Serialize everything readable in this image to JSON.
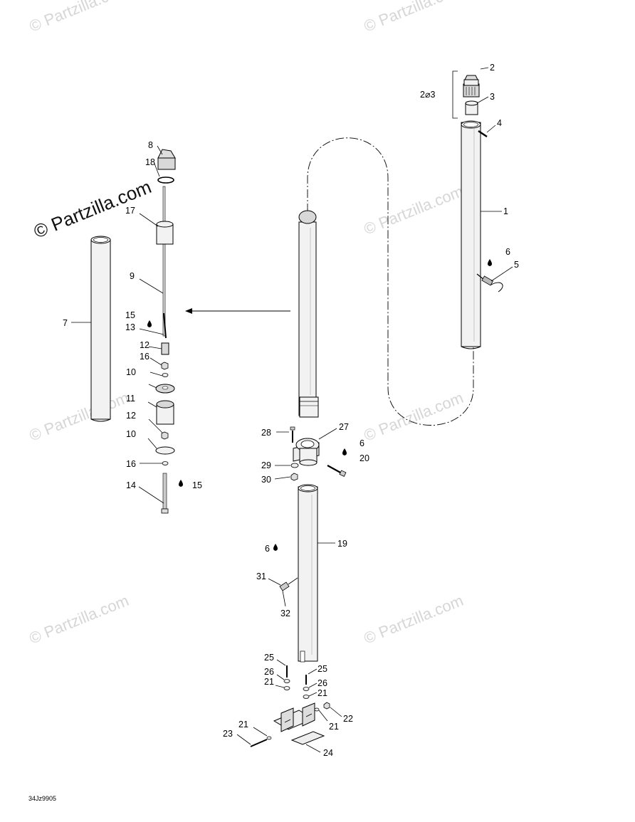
{
  "watermark": {
    "text": "© Partzilla.com"
  },
  "diagram_code": "34Jz9905",
  "callouts": [
    {
      "id": "c2",
      "text": "2"
    },
    {
      "id": "c2o3",
      "text": "2⌀3"
    },
    {
      "id": "c3",
      "text": "3"
    },
    {
      "id": "c4",
      "text": "4"
    },
    {
      "id": "c1",
      "text": "1"
    },
    {
      "id": "c6a",
      "text": "6"
    },
    {
      "id": "c5",
      "text": "5"
    },
    {
      "id": "c8",
      "text": "8"
    },
    {
      "id": "c18",
      "text": "18"
    },
    {
      "id": "c17",
      "text": "17"
    },
    {
      "id": "c9",
      "text": "9"
    },
    {
      "id": "c7",
      "text": "7"
    },
    {
      "id": "c15a",
      "text": "15"
    },
    {
      "id": "c13",
      "text": "13"
    },
    {
      "id": "c12a",
      "text": "12"
    },
    {
      "id": "c16a",
      "text": "16"
    },
    {
      "id": "c10a",
      "text": "10"
    },
    {
      "id": "c11",
      "text": "11"
    },
    {
      "id": "c12b",
      "text": "12"
    },
    {
      "id": "c10b",
      "text": "10"
    },
    {
      "id": "c16b",
      "text": "16"
    },
    {
      "id": "c14",
      "text": "14"
    },
    {
      "id": "c15b",
      "text": "15"
    },
    {
      "id": "c28",
      "text": "28"
    },
    {
      "id": "c27",
      "text": "27"
    },
    {
      "id": "c6b",
      "text": "6"
    },
    {
      "id": "c20",
      "text": "20"
    },
    {
      "id": "c29",
      "text": "29"
    },
    {
      "id": "c30",
      "text": "30"
    },
    {
      "id": "c19",
      "text": "19"
    },
    {
      "id": "c6c",
      "text": "6"
    },
    {
      "id": "c31",
      "text": "31"
    },
    {
      "id": "c32",
      "text": "32"
    },
    {
      "id": "c25a",
      "text": "25"
    },
    {
      "id": "c26a",
      "text": "26"
    },
    {
      "id": "c21a",
      "text": "21"
    },
    {
      "id": "c25b",
      "text": "25"
    },
    {
      "id": "c26b",
      "text": "26"
    },
    {
      "id": "c21b",
      "text": "21"
    },
    {
      "id": "c22",
      "text": "22"
    },
    {
      "id": "c21c",
      "text": "21"
    },
    {
      "id": "c21d",
      "text": "21"
    },
    {
      "id": "c23",
      "text": "23"
    },
    {
      "id": "c24",
      "text": "24"
    }
  ]
}
